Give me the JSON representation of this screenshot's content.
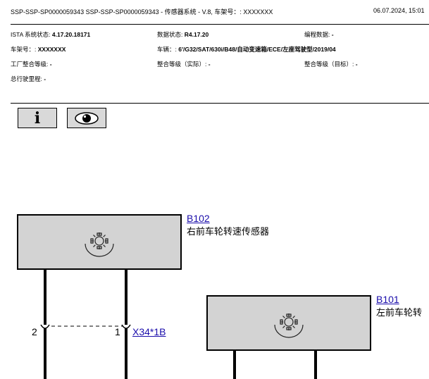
{
  "header": {
    "title": "SSP-SSP-SP0000059343 SSP-SSP-SP0000059343 - 传感器系统 - V.8, 车架号：: XXXXXXX",
    "date": "06.07.2024, 15:01"
  },
  "info": {
    "ista_label": "ISTA 系统状态: ",
    "ista_value": "4.17.20.18171",
    "data_label": "数据状态: ",
    "data_value": "R4.17.20",
    "prog_label": "编程数据: ",
    "prog_value": "-",
    "vin_label": "车架号：: ",
    "vin_value": "XXXXXXX",
    "vehicle_label": "车辆：: ",
    "vehicle_value": "6'/G32/SAT/630i/B48/自动变速箱/ECE/左座驾驶型/2019/04",
    "factory_label": "工厂整合等级: ",
    "factory_value": "-",
    "level_actual_label": "整合等级（实际）: ",
    "level_actual_value": "-",
    "level_target_label": "整合等级（目标）: ",
    "level_target_value": "-",
    "mileage_label": "总行驶里程: ",
    "mileage_value": "-"
  },
  "toolbar": {
    "info_icon": "i",
    "eye_icon_name": "eye-icon"
  },
  "components": {
    "b102": {
      "code": "B102",
      "name": "右前车轮转速传感器",
      "icon": "wheel-speed-sensor-icon"
    },
    "b101": {
      "code": "B101",
      "name": "左前车轮转",
      "icon": "wheel-speed-sensor-icon"
    }
  },
  "connector": {
    "name": "X34*1B",
    "pin_left": "2",
    "pin_right": "1"
  },
  "colors": {
    "box_fill": "#d3d3d3",
    "button_fill": "#d9d9d9",
    "link": "#1a0dab"
  }
}
